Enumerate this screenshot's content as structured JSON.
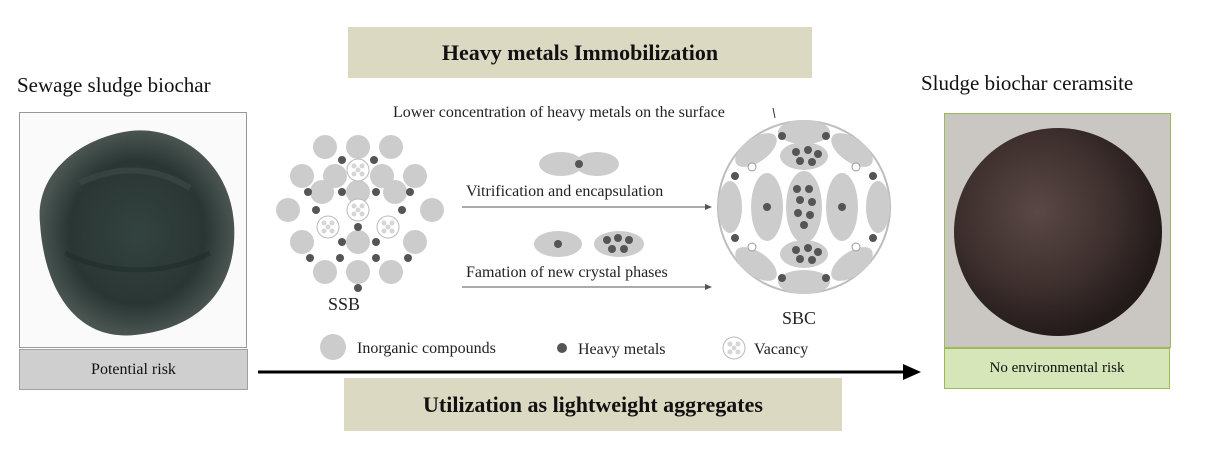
{
  "top_banner": "Heavy metals Immobilization",
  "bottom_banner": "Utilization as lightweight aggregates",
  "left": {
    "title": "Sewage sludge biochar",
    "risk_label": "Potential risk"
  },
  "right": {
    "title": "Sludge biochar ceramsite",
    "risk_label": "No  environmental risk"
  },
  "diagram": {
    "surface_note": "Lower concentration of heavy metals on the surface",
    "process_1": "Vitrification and encapsulation",
    "process_2": "Famation of new crystal phases",
    "left_cluster": "SSB",
    "right_cluster": "SBC"
  },
  "legend": {
    "inorganic": "Inorganic compounds",
    "heavy_metals": "Heavy metals",
    "vacancy": "Vacancy"
  },
  "colors": {
    "banner_bg": "#dcd9c3",
    "left_box_bg": "#cfcfcf",
    "right_box_bg": "#d7e6b8",
    "right_box_border": "#9bbb59",
    "particle": "#cccccc",
    "metal": "#555555"
  }
}
